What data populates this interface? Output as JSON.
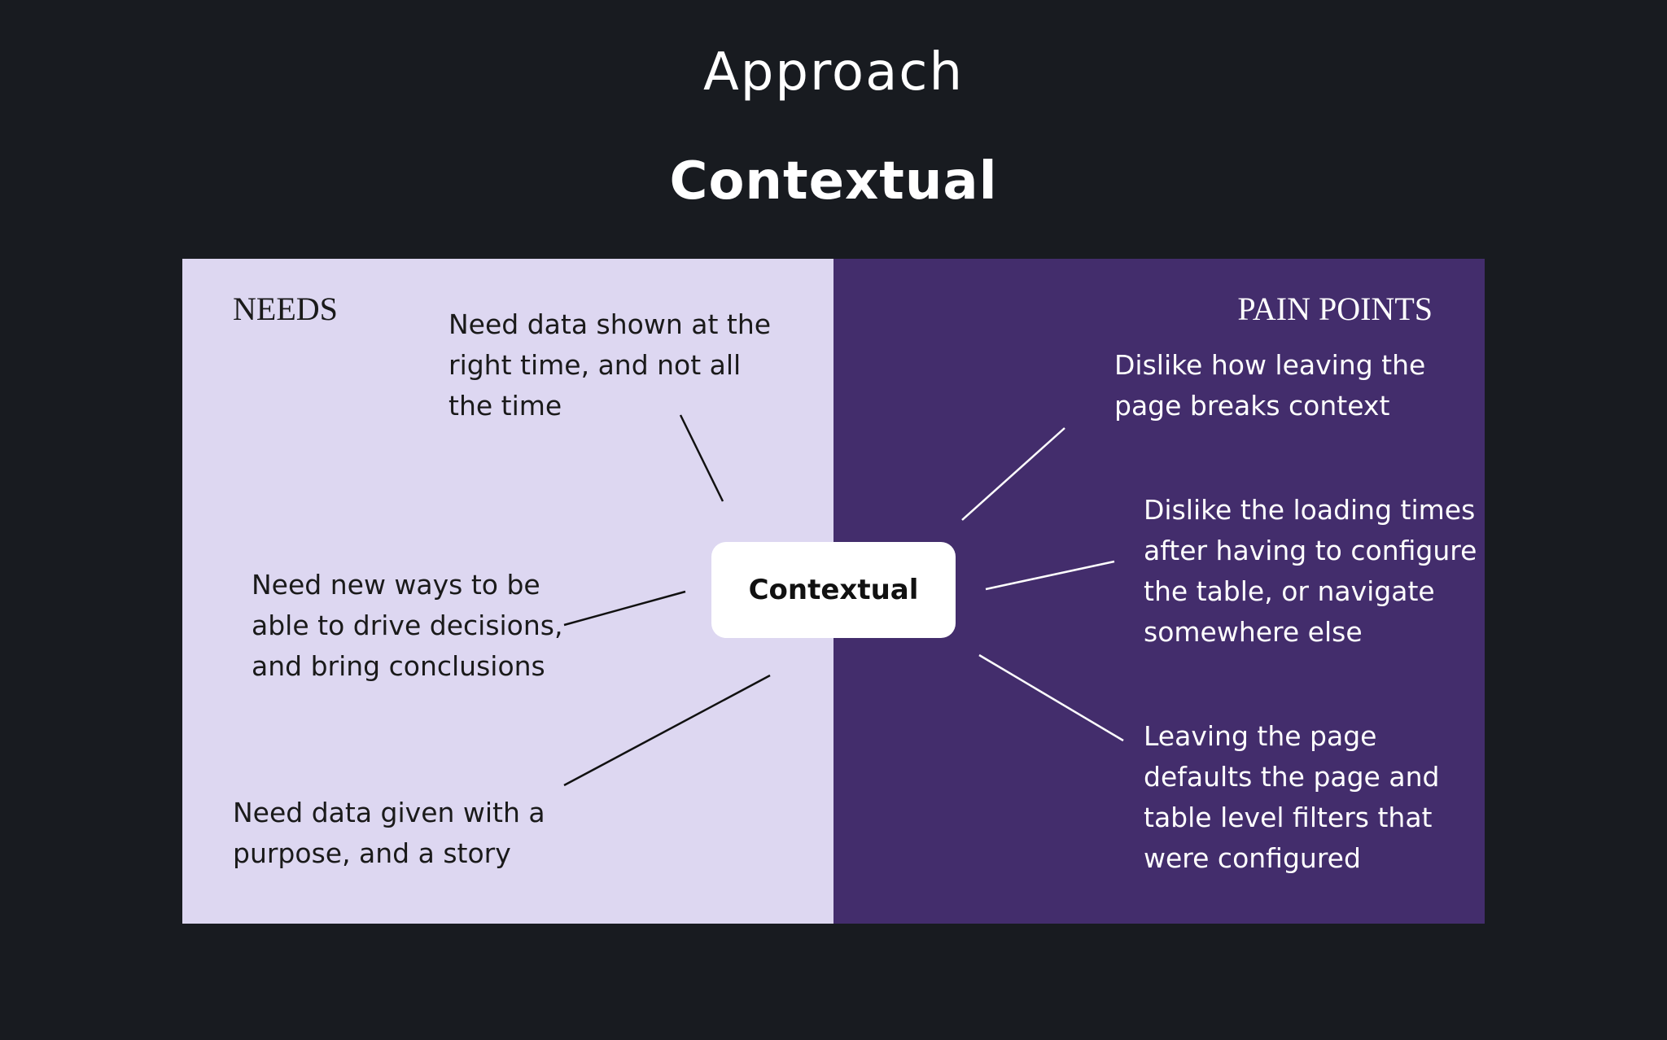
{
  "header": {
    "title": "Approach",
    "subtitle": "Contextual"
  },
  "diagram": {
    "center_label": "Contextual",
    "needs": {
      "label": "NEEDS",
      "items": [
        "Need data shown at the right time, and not all the time",
        "Need new ways to be able to drive decisions, and bring conclusions",
        "Need data given with a purpose, and a story"
      ]
    },
    "pain_points": {
      "label": "PAIN POINTS",
      "items": [
        "Dislike how leaving the page breaks context",
        "Dislike the loading times after having to configure the table, or navigate somewhere else",
        "Leaving the page defaults the page and table level filters that were configured"
      ]
    }
  },
  "colors": {
    "background": "#181b20",
    "needs_panel": "#ddd7f1",
    "pains_panel": "#432d6c",
    "hub": "#ffffff"
  }
}
